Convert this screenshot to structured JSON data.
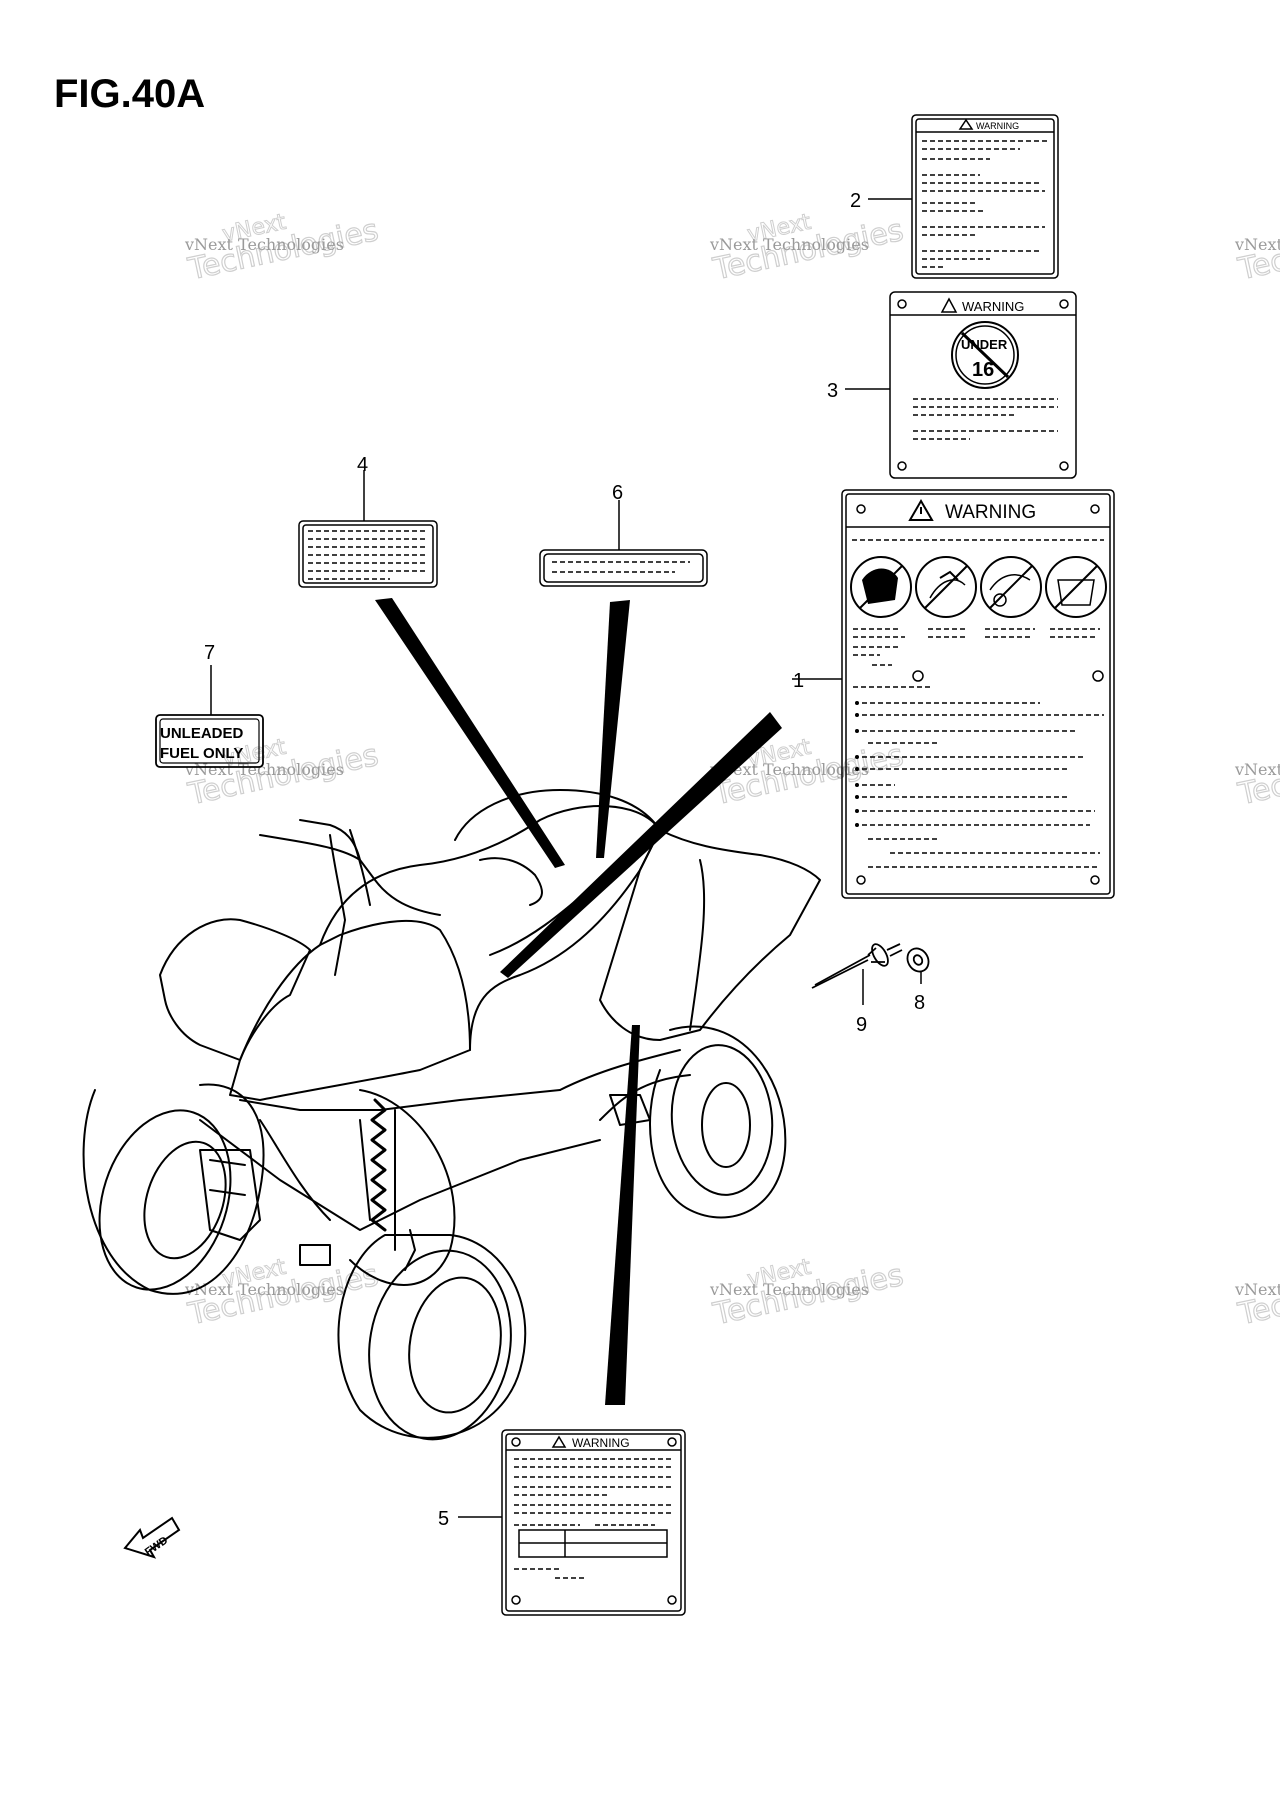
{
  "figure": {
    "title": "FIG.40A"
  },
  "callouts": [
    {
      "number": "1"
    },
    {
      "number": "2"
    },
    {
      "number": "3"
    },
    {
      "number": "4"
    },
    {
      "number": "5"
    },
    {
      "number": "6"
    },
    {
      "number": "7"
    },
    {
      "number": "8"
    },
    {
      "number": "9"
    }
  ],
  "labels": {
    "warning_small": "WARNING",
    "warning_large": "WARNING",
    "under_text": "UNDER",
    "age_number": "16",
    "unleaded_line1": "UNLEADED",
    "unleaded_line2": "FUEL ONLY",
    "fwd_arrow": "FWD"
  },
  "watermark": {
    "line1": "vNext Technologies",
    "line2": "vNext",
    "line3": "Technologies"
  },
  "colors": {
    "ink": "#000000",
    "watermark": "#c8c8c8",
    "background": "#ffffff"
  }
}
